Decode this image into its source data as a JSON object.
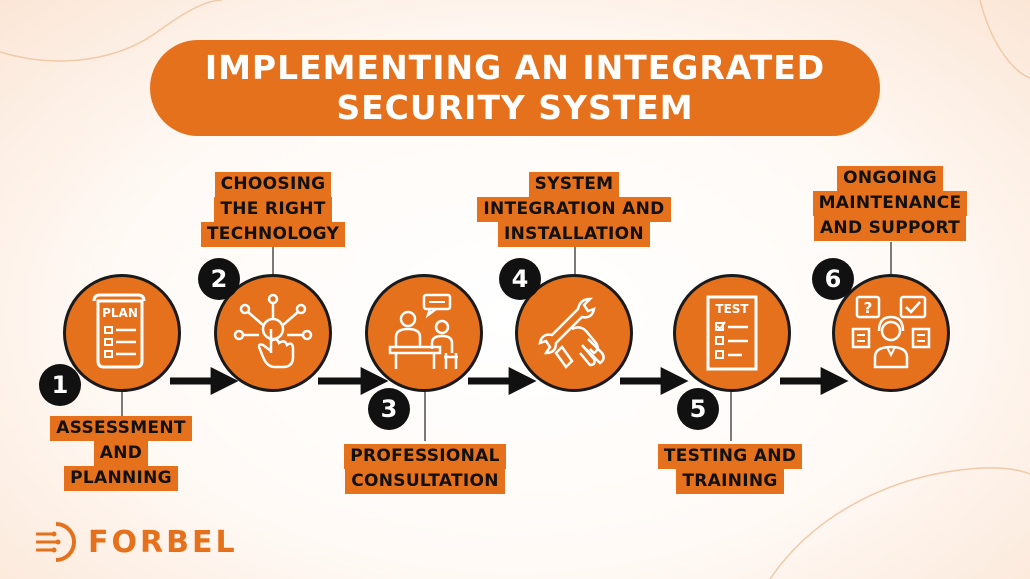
{
  "title": {
    "line1": "IMPLEMENTING AN INTEGRATED",
    "line2": "SECURITY SYSTEM"
  },
  "accent_color": "#e5711c",
  "steps": [
    {
      "number": "1",
      "icon": "plan-document-icon",
      "icon_text": "PLAN",
      "label_lines": [
        "ASSESSMENT",
        "AND",
        "PLANNING"
      ]
    },
    {
      "number": "2",
      "icon": "touch-network-icon",
      "label_lines": [
        "CHOOSING",
        "THE RIGHT",
        "TECHNOLOGY"
      ]
    },
    {
      "number": "3",
      "icon": "consultation-icon",
      "label_lines": [
        "PROFESSIONAL",
        "CONSULTATION"
      ]
    },
    {
      "number": "4",
      "icon": "wrench-hand-icon",
      "label_lines": [
        "SYSTEM",
        "INTEGRATION AND",
        "INSTALLATION"
      ]
    },
    {
      "number": "5",
      "icon": "test-checklist-icon",
      "icon_text": "TEST",
      "label_lines": [
        "TESTING AND",
        "TRAINING"
      ]
    },
    {
      "number": "6",
      "icon": "support-agent-icon",
      "label_lines": [
        "ONGOING",
        "MAINTENANCE",
        "AND SUPPORT"
      ]
    }
  ],
  "brand": {
    "name": "FORBEL",
    "logo_icon": "forbel-circuit-logo-icon"
  }
}
